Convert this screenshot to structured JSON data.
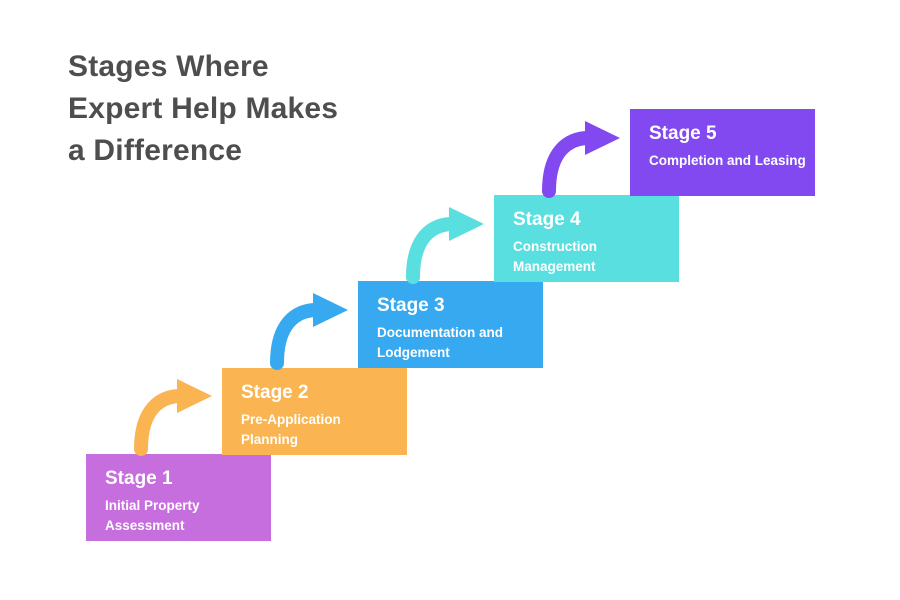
{
  "title": "Stages Where\nExpert Help Makes\na Difference",
  "palette": {
    "title_color": "#4e4e4e",
    "background": "#ffffff",
    "stage_text": "#ffffff"
  },
  "stages": [
    {
      "title": "Stage 1",
      "subtitle": "Initial Property\nAssessment",
      "color": "#c76ede"
    },
    {
      "title": "Stage 2",
      "subtitle": "Pre-Application\nPlanning",
      "color": "#fab451"
    },
    {
      "title": "Stage 3",
      "subtitle": "Documentation and\nLodgement",
      "color": "#37a9f1"
    },
    {
      "title": "Stage 4",
      "subtitle": "Construction\nManagement",
      "color": "#59dfe0"
    },
    {
      "title": "Stage 5",
      "subtitle": "Completion and Leasing",
      "color": "#8349f1"
    }
  ],
  "arrows": [
    {
      "name": "arrow-stage1-to-stage2",
      "color": "#fab451"
    },
    {
      "name": "arrow-stage2-to-stage3",
      "color": "#37a9f1"
    },
    {
      "name": "arrow-stage3-to-stage4",
      "color": "#59dfe0"
    },
    {
      "name": "arrow-stage4-to-stage5",
      "color": "#8349f1"
    }
  ]
}
